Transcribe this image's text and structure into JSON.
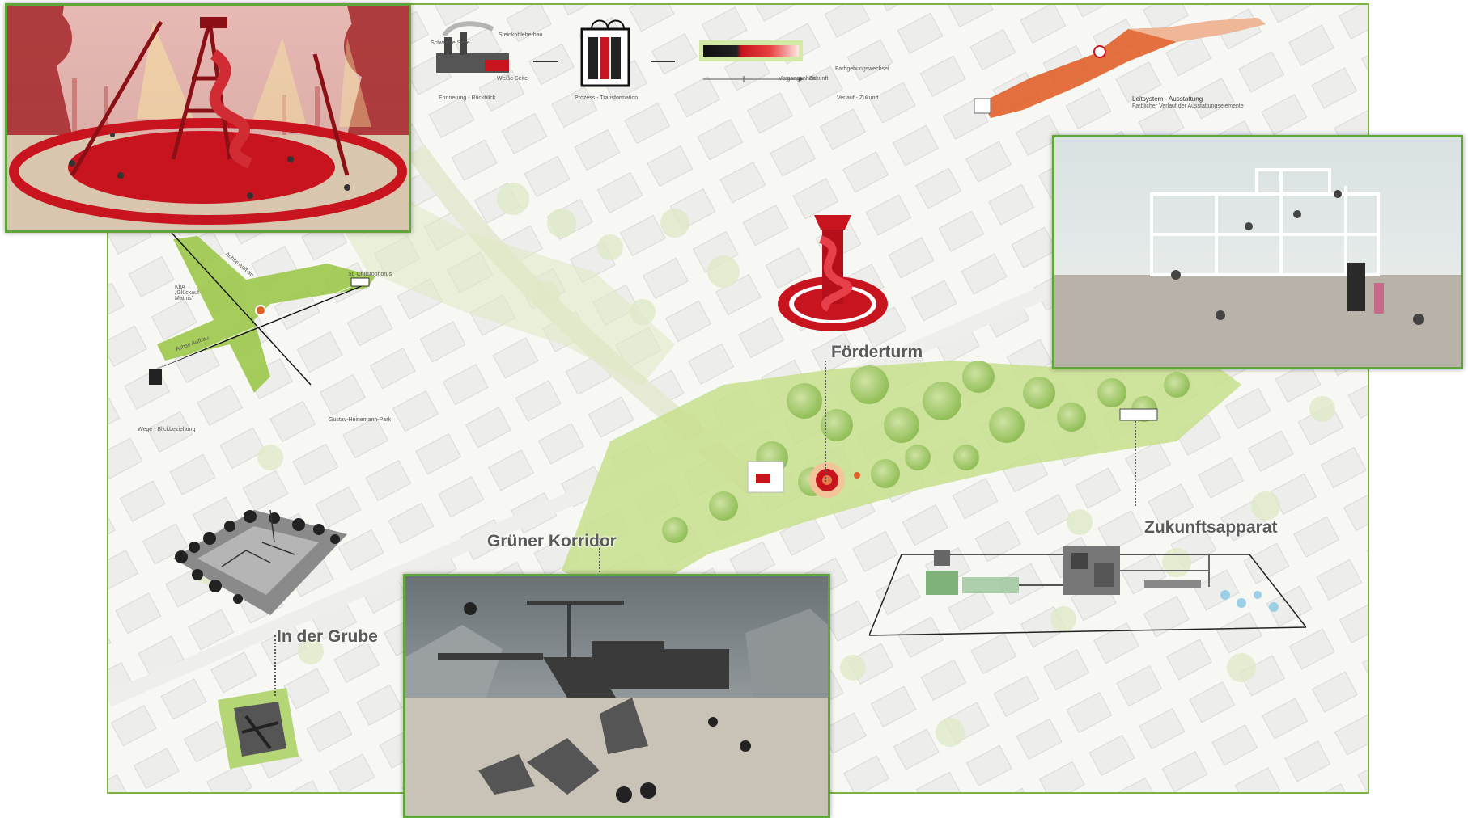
{
  "titles": {
    "foerderturm": "Förderturm",
    "gruener_korridor": "Grüner Korridor",
    "in_der_grube": "In der Grube",
    "zukunftsapparat": "Zukunftsapparat"
  },
  "concept": {
    "schwarze_seite": "Schwarze Seite",
    "weisse_seite": "Weiße Seite",
    "steinkohle": "Steinkohleberbau",
    "erinnerung": "Erinnerung - Rückblick",
    "prozess": "Prozess - Transformation",
    "verlauf": "Verlauf - Zukunft",
    "farbgebung": "Farbgebungswechsel",
    "vergangenheit": "Vergangenheit",
    "zukunft": "Zukunft"
  },
  "leitsystem": {
    "label": "Leitsystem - Ausstattung",
    "sub": "Farblicher Verlauf der Ausstattungselemente"
  },
  "wege": {
    "kita": "KitA\n„Glückauf\nMathis\"",
    "st_christophorus": "St. Christophorus",
    "gustav_park": "Gustav-Heinemann-Park",
    "wege_blick": "Wege - Blickbeziehung",
    "axis_1": "Achse Aufbau",
    "axis_2": "Achse Aufbau"
  },
  "colors": {
    "green_border": "#5fa53a",
    "green_park": "#b9d77a",
    "red": "#c8141e",
    "orange": "#e0602a"
  }
}
